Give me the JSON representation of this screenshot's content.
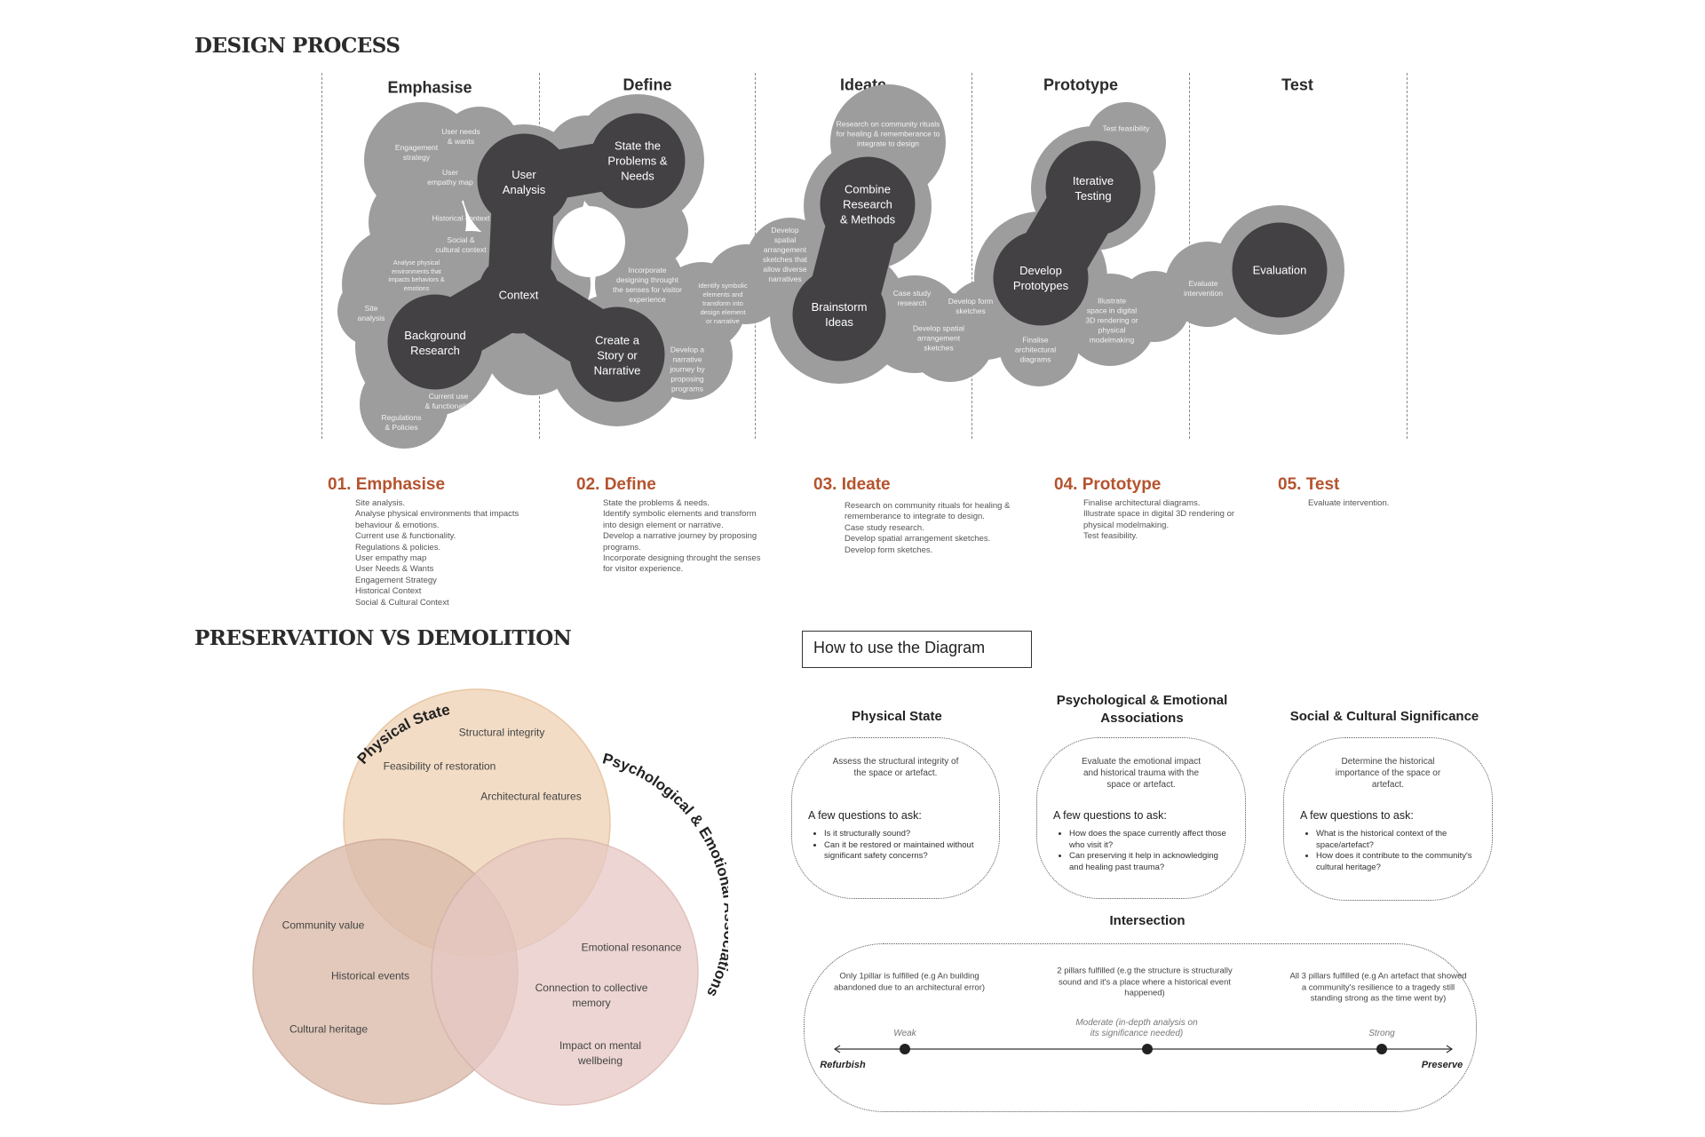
{
  "design_process": {
    "title": "DESIGN PROCESS",
    "phases": [
      "Emphasise",
      "Define",
      "Ideate",
      "Prototype",
      "Test"
    ],
    "nodes": {
      "user_analysis": "User\nAnalysis",
      "state_problems": "State the\nProblems &\nNeeds",
      "context": "Context",
      "background": "Background\nResearch",
      "story": "Create a\nStory or\nNarrative",
      "combine": "Combine\nResearch\n& Methods",
      "brainstorm": "Brainstorm\nIdeas",
      "iterative": "Iterative\nTesting",
      "prototypes": "Develop\nPrototypes",
      "evaluation": "Evaluation"
    },
    "notes": [
      "User needs\n& wants",
      "Engagement\nstrategy",
      "User\nempathy map",
      "Historical context",
      "Social &\ncultural context",
      "Analyse physical\nenvironments that\nimpacts behaviors &\nemotions",
      "Site\nanalysis",
      "Current use\n& functionality",
      "Regulations\n& Policies",
      "Incorporate\ndesigning throught\nthe senses for visitor\nexperience",
      "Identify symbolic\nelements and\ntransform into\ndesign element\nor narrative",
      "Develop a\nnarrative\njourney by\nproposing\nprograms",
      "Research on community rituals\nfor healing & rememberance to\nintegrate to design",
      "Develop\nspatial\narrangement\nsketches that\nallow diverse\nnarratives",
      "Case study\nresearch",
      "Develop spatial\narrangement\nsketches",
      "Develop form\nsketches",
      "Test feasibility",
      "Illustrate\nspace in digital\n3D rendering or\nphysical\nmodelmaking",
      "Finalise\narchitectural\ndiagrams",
      "Evaluate\nintervention"
    ]
  },
  "steps": [
    {
      "title": "01. Emphasise",
      "items": [
        "Site analysis.",
        "Analyse physical environments that impacts",
        "behaviour & emotions.",
        "Current use & functionality.",
        "Regulations & policies.",
        "User empathy map",
        "User Needs & Wants",
        "Engagement Strategy",
        "Historical Context",
        "Social & Cultural Context"
      ]
    },
    {
      "title": "02. Define",
      "items": [
        "State the problems & needs.",
        "Identify symbolic elements and transform",
        "into design element or narrative.",
        "Develop a narrative journey by proposing",
        "programs.",
        "Incorporate designing throught the senses",
        "for visitor experience."
      ]
    },
    {
      "title": "03. Ideate",
      "items": [
        "Research on community rituals for healing &",
        "rememberance to integrate to design.",
        "Case study research.",
        "Develop spatial arrangement sketches.",
        "Develop form sketches."
      ]
    },
    {
      "title": "04. Prototype",
      "items": [
        "Finalise architectural diagrams.",
        "Illustrate space in digital 3D rendering or",
        "physical modelmaking.",
        "Test feasibility."
      ]
    },
    {
      "title": "05. Test",
      "items": [
        "Evaluate intervention."
      ]
    }
  ],
  "preservation": {
    "title": "PRESERVATION VS DEMOLITION",
    "circles": {
      "physical": "Physical State",
      "social": "Social & Cultural Significance",
      "psych": "Psychological & Emotional Associations"
    },
    "items": [
      "Structural integrity",
      "Feasibility of restoration",
      "Architectural features",
      "Community value",
      "Historical events",
      "Cultural heritage",
      "Emotional resonance",
      "Connection to collective\nmemory",
      "Impact on mental\nwellbeing"
    ],
    "colors": {
      "physical": "#f2dcc5",
      "social": "#dcbcab",
      "psych": "#e6c8c3"
    }
  },
  "howto": {
    "title": "How to use the Diagram",
    "columns": [
      {
        "heading": "Physical State",
        "desc": "Assess the structural integrity of the space or artefact.",
        "ask": "A few questions to ask:",
        "q": [
          "Is it structurally sound?",
          "Can it be restored or maintained without significant safety concerns?"
        ]
      },
      {
        "heading": "Psychological & Emotional\nAssociations",
        "desc": "Evaluate the emotional impact and historical trauma with the space or artefact.",
        "ask": "A few questions to ask:",
        "q": [
          "How does the space currently affect those who visit it?",
          "Can preserving it help in acknowledging and healing past trauma?"
        ]
      },
      {
        "heading": "Social & Cultural Significance",
        "desc": "Determine the historical importance of the space or artefact.",
        "ask": "A few questions to ask:",
        "q": [
          "What is the historical context of the space/artefact?",
          "How does it contribute to the community's cultural heritage?"
        ]
      }
    ],
    "intersection": {
      "title": "Intersection",
      "levels": [
        {
          "desc": "Only 1pillar is fulfilled (e.g An building abandoned due to an architectural error)",
          "label": "Weak"
        },
        {
          "desc": "2 pillars fulfilled (e.g the structure is structurally sound and it's a place where a historical event happened)",
          "label": "Moderate (in-depth analysis on\nits significance needed)"
        },
        {
          "desc": "All 3 pillars fulfilled (e.g An artefact that showed a community's resilience to a tragedy still standing strong as the time went by)",
          "label": "Strong"
        }
      ],
      "left": "Refurbish",
      "right": "Preserve"
    }
  }
}
